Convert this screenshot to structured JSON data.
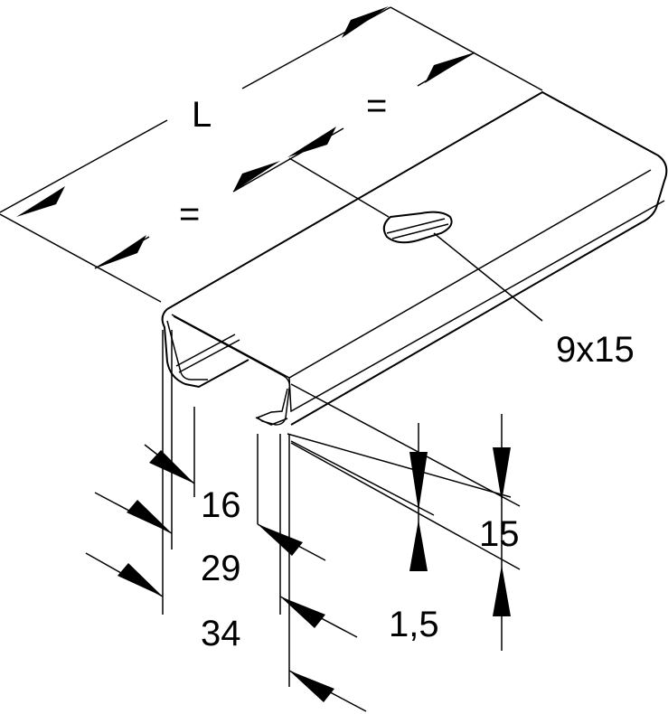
{
  "labels": {
    "length": "L",
    "equal_top": "=",
    "equal_left": "=",
    "slot": "9x15",
    "dim_16": "16",
    "dim_29": "29",
    "dim_34": "34",
    "dim_15": "15",
    "dim_1_5": "1,5"
  }
}
